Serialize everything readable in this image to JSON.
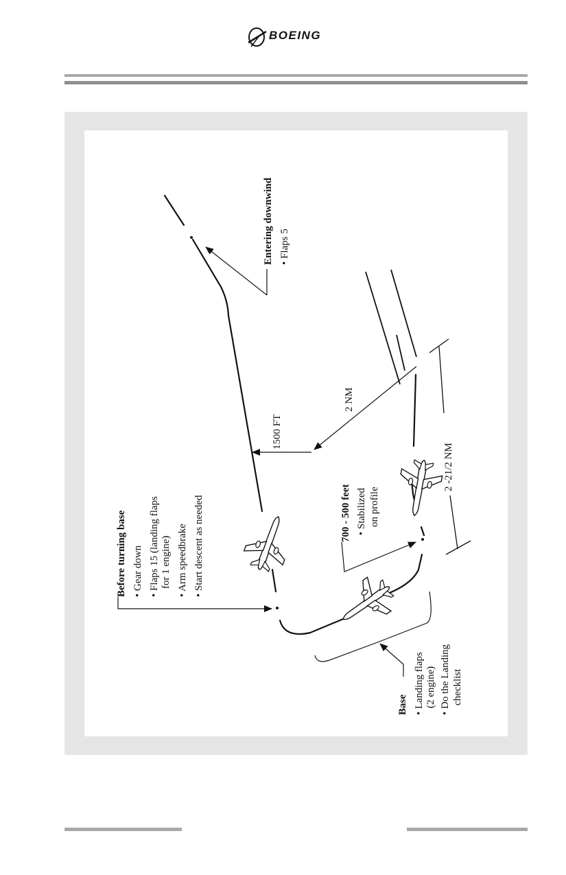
{
  "header": {
    "brand": "BOEING",
    "logo_icon": "boeing-logo-icon"
  },
  "diagram": {
    "entering_downwind": {
      "title": "Entering downwind",
      "items": [
        "• Flaps 5"
      ]
    },
    "before_turning_base": {
      "title": "Before turning base",
      "items": [
        "• Gear down",
        "• Flaps 15 (landing flaps",
        "for 1 engine)",
        "• Arm speedbrake",
        "• Start descent as needed"
      ]
    },
    "stabilized": {
      "title": "700 - 500 feet",
      "items": [
        "• Stabilized",
        "on profile"
      ]
    },
    "base": {
      "title": "Base",
      "items": [
        "• Landing flaps",
        "(2 engine)",
        "• Do the Landing",
        "checklist"
      ]
    },
    "altitude_label": "1500 FT",
    "runway_distance_label": "2 NM",
    "final_distance_label": "2 -21/2 NM"
  },
  "colors": {
    "frame": "#e5e5e5",
    "rule": "#a8a8a8",
    "ink": "#111111"
  }
}
